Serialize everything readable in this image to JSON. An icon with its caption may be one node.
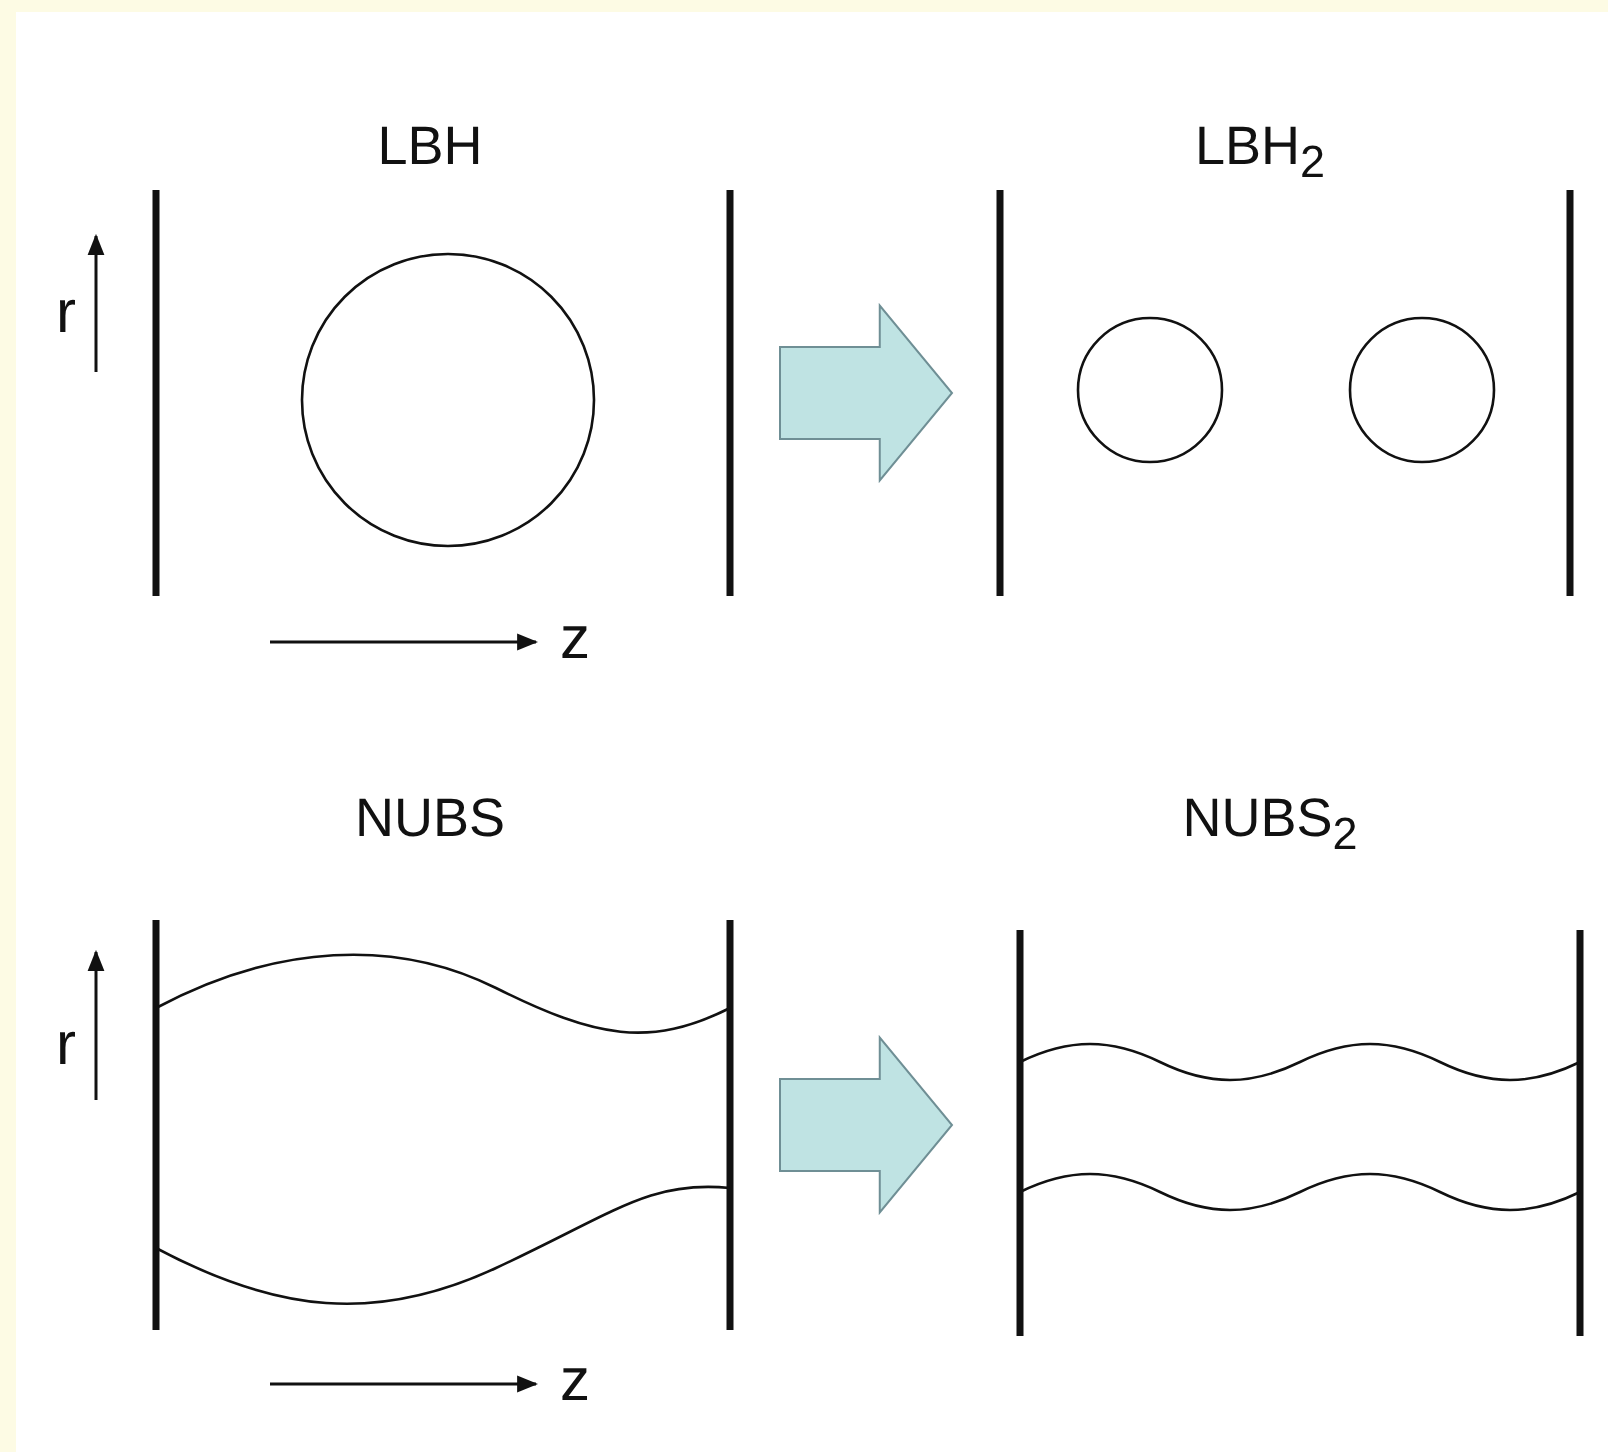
{
  "diagram": {
    "nodes": [
      {
        "text": [
          "LBH"
        ]
      },
      {
        "text": [
          "LBH$_{2}$"
        ]
      },
      {
        "text": [
          "NUBS"
        ]
      },
      {
        "text": [
          "NUBS$_{2}$"
        ]
      }
    ],
    "edges": [
      {
        "from": 0,
        "to": 1,
        "arrow": "to",
        "style": "thick"
      },
      {
        "from": 2,
        "to": 3,
        "arrow": "to",
        "style": "thick"
      }
    ],
    "labels": [
      "r",
      "z",
      "r",
      "z"
    ]
  }
}
